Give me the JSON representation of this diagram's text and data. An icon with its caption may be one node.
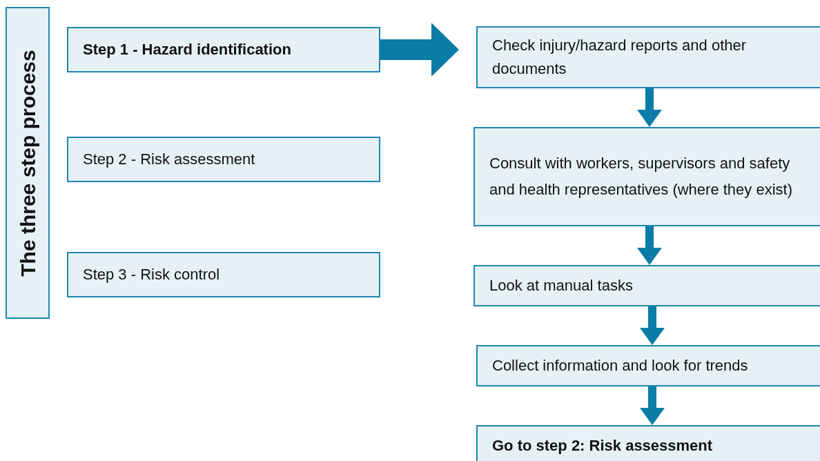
{
  "diagram": {
    "nodes": [
      {
        "text": [
          "The three step process"
        ]
      },
      {
        "text": [
          "Step 1 - Hazard identification"
        ]
      },
      {
        "text": [
          "Step 2 - Risk assessment"
        ]
      },
      {
        "text": [
          "Step 3 - Risk control"
        ]
      },
      {
        "text": [
          "Check injury/hazard reports and other documents"
        ]
      },
      {
        "text": [
          "Consult with workers, supervisors and safety and health representatives (where they exist)"
        ]
      },
      {
        "text": [
          "Look at manual tasks"
        ]
      },
      {
        "text": [
          "Collect information and look for trends"
        ]
      },
      {
        "text": [
          "Go to step 2: Risk assessment"
        ]
      }
    ],
    "edges": [
      {
        "from": 1,
        "to": 4,
        "arrow": "to",
        "style": "thick"
      },
      {
        "from": 4,
        "to": 5,
        "arrow": "to"
      },
      {
        "from": 5,
        "to": 6,
        "arrow": "to"
      },
      {
        "from": 6,
        "to": 7,
        "arrow": "to"
      },
      {
        "from": 7,
        "to": 8,
        "arrow": "to"
      }
    ]
  }
}
